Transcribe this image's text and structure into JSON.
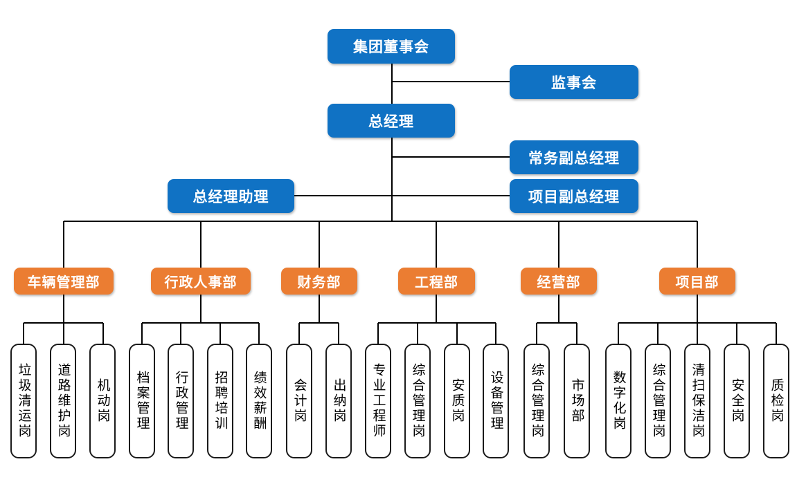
{
  "chart_type": "org-chart",
  "palette": {
    "executive_blue": "#1072C4",
    "department_orange": "#EB7D32",
    "leaf_border": "#1A1A1A",
    "leaf_fill": "#FFFFFF",
    "connector": "#000000",
    "background": "#FFFFFF"
  },
  "executive": {
    "board": "集团董事会",
    "supervisory": "监事会",
    "general_manager": "总经理",
    "exec_deputy_gm": "常务副总经理",
    "project_deputy_gm": "项目副总经理",
    "gm_assistant": "总经理助理"
  },
  "departments": [
    {
      "id": "vehicle",
      "label": "车辆管理部",
      "children": [
        "垃圾清运岗",
        "道路维护岗",
        "机动岗"
      ]
    },
    {
      "id": "admin-hr",
      "label": "行政人事部",
      "children": [
        "档案管理",
        "行政管理",
        "招聘培训",
        "绩效薪酬"
      ]
    },
    {
      "id": "finance",
      "label": "财务部",
      "children": [
        "会计岗",
        "出纳岗"
      ]
    },
    {
      "id": "engineering",
      "label": "工程部",
      "children": [
        "专业工程师",
        "综合管理岗",
        "安质岗",
        "设备管理"
      ]
    },
    {
      "id": "operations",
      "label": "经营部",
      "children": [
        "综合管理岗",
        "市场部"
      ]
    },
    {
      "id": "project",
      "label": "项目部",
      "children": [
        "数字化岗",
        "综合管理岗",
        "清扫保洁岗",
        "安全岗",
        "质检岗"
      ]
    }
  ],
  "leaves_flat": [
    "垃圾清运岗",
    "道路维护岗",
    "机动岗",
    "档案管理",
    "行政管理",
    "招聘培训",
    "绩效薪酬",
    "会计岗",
    "出纳岗",
    "专业工程师",
    "综合管理岗",
    "安质岗",
    "设备管理",
    "综合管理岗",
    "市场部",
    "数字化岗",
    "综合管理岗",
    "清扫保洁岗",
    "安全岗",
    "质检岗"
  ]
}
